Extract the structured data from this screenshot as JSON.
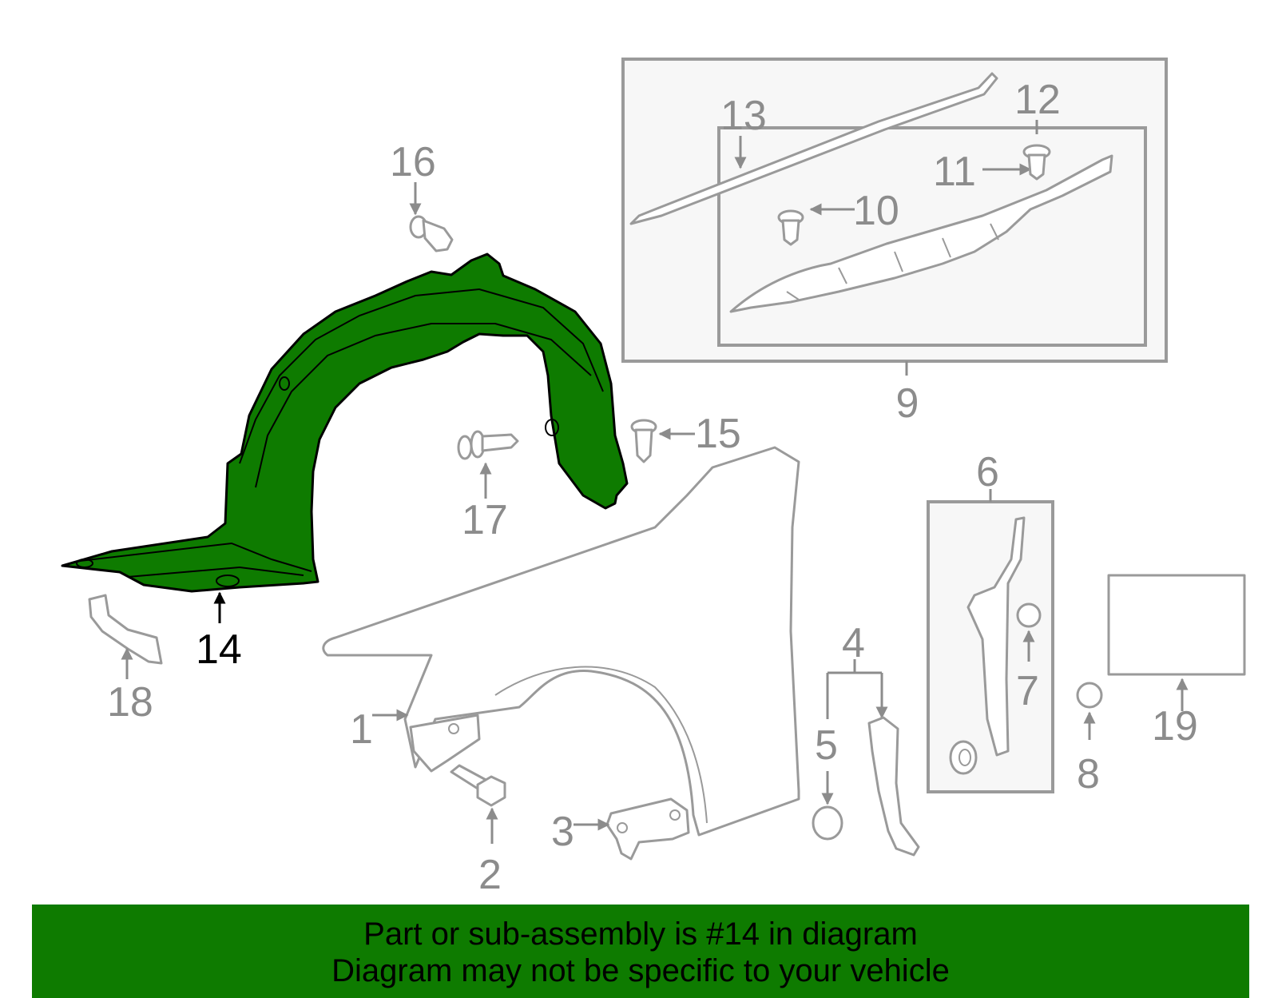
{
  "diagram": {
    "highlight_color": "#0e7b00",
    "callouts": [
      "1",
      "2",
      "3",
      "4",
      "5",
      "6",
      "7",
      "8",
      "9",
      "10",
      "11",
      "12",
      "13",
      "14",
      "15",
      "16",
      "17",
      "18",
      "19"
    ],
    "highlighted_callout": "14"
  },
  "banner": {
    "line1": "Part or sub-assembly is #14 in diagram",
    "line2": "Diagram may not be specific to your vehicle",
    "background": "#0e7b00"
  }
}
